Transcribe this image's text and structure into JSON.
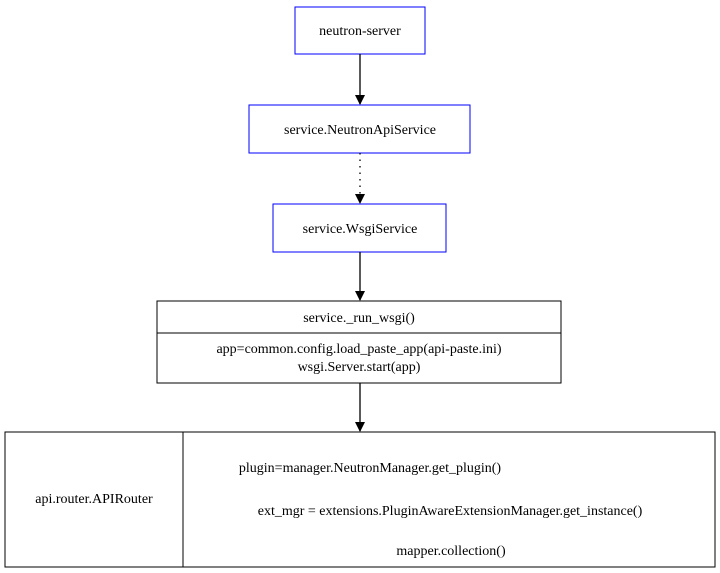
{
  "colors": {
    "service_border": "#0000ff",
    "record_border": "#000000",
    "edge": "#000000",
    "background": "#ffffff"
  },
  "nodes": {
    "neutron_server": {
      "label": "neutron-server"
    },
    "neutron_api_service": {
      "label": "service.NeutronApiService"
    },
    "wsgi_service": {
      "label": "service.WsgiService"
    },
    "run_wsgi": {
      "title": "service._run_wsgi()",
      "lines": [
        "app=common.config.load_paste_app(api-paste.ini)",
        "wsgi.Server.start(app)"
      ]
    },
    "api_router": {
      "name": "api.router.APIRouter",
      "lines": [
        "plugin=manager.NeutronManager.get_plugin()",
        "ext_mgr = extensions.PluginAwareExtensionManager.get_instance()",
        "mapper.collection()"
      ]
    }
  },
  "edges": [
    {
      "from": "neutron-server",
      "to": "service.NeutronApiService",
      "style": "solid"
    },
    {
      "from": "service.NeutronApiService",
      "to": "service.WsgiService",
      "style": "dotted"
    },
    {
      "from": "service.WsgiService",
      "to": "service._run_wsgi()",
      "style": "solid"
    },
    {
      "from": "service._run_wsgi()",
      "to": "api.router.APIRouter",
      "style": "solid"
    }
  ]
}
